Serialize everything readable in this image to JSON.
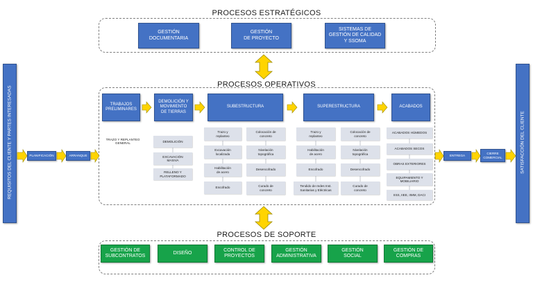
{
  "headings": {
    "estrategicos": "PROCESOS ESTRATÉGICOS",
    "operativos": "PROCESOS OPERATIVOS",
    "soporte": "PROCESOS DE SOPORTE"
  },
  "side": {
    "left": "REQUISITOS DEL CLIENTE Y PARTES INTERESADAS",
    "right": "SATISFACCIÓN DEL CLIENTE"
  },
  "strategic": [
    "GESTIÓN\nDOCUMENTARIA",
    "GESTIÓN\nDE PROYECTO",
    "SISTEMAS DE\nGESTIÓN DE CALIDAD\nY SSOMA"
  ],
  "flow_left": [
    "PLANIFICACIÓN",
    "ARRANQUE"
  ],
  "flow_right": [
    "ENTREGA",
    "CIERRE\nCOMERCIAL"
  ],
  "stages": [
    "TRABAJOS\nPRELIMINARES",
    "DEMOLICIÓN Y\nMOVIMIENTO\nDE TIERRAS",
    "SUBESTRUCTURA",
    "SUPERESTRUCTURA",
    "ACABADOS"
  ],
  "preliminares": "TRAZO Y REPLANTEO\nGENERAL",
  "demolicion": [
    "DEMOLICIÓN",
    "EXCAVACIÓN\nMASIVA",
    "RELLENO Y\nPLATAFORMADO"
  ],
  "sub_left": [
    "Trazo y\nreplanteo",
    "Excavación\nlocalizada",
    "Habilitación\nde acero",
    "Encofrado"
  ],
  "sub_right": [
    "Colocación de\nconcreto",
    "Nivelación\ntopográfica",
    "Desencofrado",
    "Curado de\nconcreto"
  ],
  "super_left": [
    "Trazo y\nreplanteo",
    "Habilitación\nde acero",
    "Encofrado",
    "Tendido de redes Inst.\nSanitarias y Eléctricas"
  ],
  "super_right": [
    "Colocación de\nconcreto",
    "Nivelación\ntopográfica",
    "Desencofrado",
    "Curado de\nconcreto"
  ],
  "acabados": [
    "ACABADOS HÚMEDOS",
    "ACABADOS SECOS",
    "OBRAS EXTERIORES",
    "EQUIPAMIENTO Y\nMOBILIARIO",
    "IISS, IIEE, IIMM, DACI"
  ],
  "support": [
    "GESTIÓN DE\nSUBCONTRATOS",
    "DISEÑO",
    "CONTROL DE\nPROYECTOS",
    "GESTIÓN\nADMINISTRATIVA",
    "GESTIÓN\nSOCIAL",
    "GESTIÓN DE\nCOMPRAS"
  ],
  "colors": {
    "blue": "#4472c4",
    "green": "#17a34a",
    "arrow_yellow": "#ffd400",
    "arrow_outline": "#9c8a00",
    "gray_box": "#dde1ea"
  }
}
